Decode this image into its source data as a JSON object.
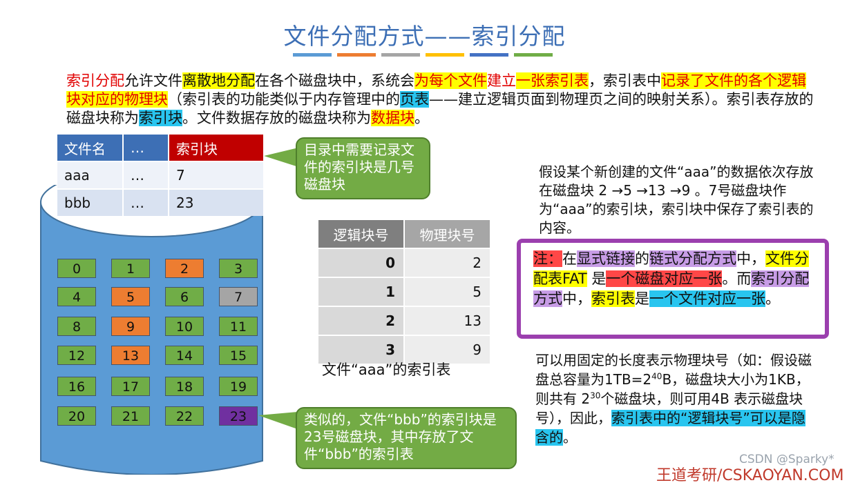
{
  "title": "文件分配方式——索引分配",
  "title_bar_colors": [
    "#5b9bd5",
    "#ed7d31",
    "#a5a5a5",
    "#ffc000",
    "#4472c4",
    "#70ad47"
  ],
  "intro": {
    "s1": "索引分配",
    "s2": "允许文件",
    "s3": "离散地分配",
    "s4": "在各个磁盘块中，系统会",
    "s5": "为每个文件",
    "s6": "建立",
    "s7": "一张索引表",
    "s8": "，索引表中",
    "s9": "记录了文件的各个逻辑块对应的物理块",
    "s10": "（索引表的功能类似于内存管理中的",
    "s11": "页表",
    "s12": "——建立逻辑页面到物理页之间的映射关系）。索引表存放的磁盘块称为",
    "s13": "索引块",
    "s14": "。文件数据存放的磁盘块称为",
    "s15": "数据块",
    "s16": "。"
  },
  "directory_table": {
    "headers": [
      "文件名",
      "…",
      "索引块"
    ],
    "rows": [
      [
        "aaa",
        "…",
        "7"
      ],
      [
        "bbb",
        "…",
        "23"
      ]
    ]
  },
  "disk_blocks": [
    {
      "label": "0",
      "color": "#70ad47"
    },
    {
      "label": "1",
      "color": "#70ad47"
    },
    {
      "label": "2",
      "color": "#ed7d31"
    },
    {
      "label": "3",
      "color": "#70ad47"
    },
    {
      "label": "4",
      "color": "#70ad47"
    },
    {
      "label": "5",
      "color": "#ed7d31"
    },
    {
      "label": "6",
      "color": "#70ad47"
    },
    {
      "label": "7",
      "color": "#a5a5a5"
    },
    {
      "label": "8",
      "color": "#70ad47"
    },
    {
      "label": "9",
      "color": "#ed7d31"
    },
    {
      "label": "10",
      "color": "#70ad47"
    },
    {
      "label": "11",
      "color": "#70ad47"
    },
    {
      "label": "12",
      "color": "#70ad47"
    },
    {
      "label": "13",
      "color": "#ed7d31"
    },
    {
      "label": "14",
      "color": "#70ad47"
    },
    {
      "label": "15",
      "color": "#70ad47"
    },
    {
      "label": "16",
      "color": "#70ad47"
    },
    {
      "label": "17",
      "color": "#70ad47"
    },
    {
      "label": "18",
      "color": "#70ad47"
    },
    {
      "label": "19",
      "color": "#70ad47"
    },
    {
      "label": "20",
      "color": "#70ad47"
    },
    {
      "label": "21",
      "color": "#70ad47"
    },
    {
      "label": "22",
      "color": "#70ad47"
    },
    {
      "label": "23",
      "color": "#7030a0"
    }
  ],
  "callout_dir": "目录中需要记录文件的索引块是几号磁盘块",
  "callout_bbb": "类似的，文件“bbb”的索引块是23号磁盘块，其中存放了文件“bbb”的索引表",
  "index_table": {
    "headers": [
      "逻辑块号",
      "物理块号"
    ],
    "rows": [
      [
        "0",
        "2"
      ],
      [
        "1",
        "5"
      ],
      [
        "2",
        "13"
      ],
      [
        "3",
        "9"
      ]
    ],
    "caption": "文件“aaa”的索引表"
  },
  "assumption": "假设某个新创建的文件“aaa”的数据依次存放在磁盘块 2 →5 →13 →9 。7号磁盘块作为“aaa”的索引块，索引块中保存了索引表的内容。",
  "note": {
    "n1": "注：",
    "n2": "在",
    "n3": "显式链接",
    "n4": "的",
    "n5": "链式分配方式",
    "n6": "中，",
    "n7": "文件分配表FAT",
    "n8": " 是",
    "n9": "一个磁盘对应一张",
    "n10": "。而",
    "n11": "索引分配方式",
    "n12": "中，",
    "n13": "索引表",
    "n14": "是",
    "n15": "一个文件对应一张",
    "n16": "。"
  },
  "fixed_length": {
    "f1": "可以用固定的长度表示物理块号（如：假设磁盘总容量为1TB=2",
    "f1_sup": "40",
    "f2": "B，磁盘块大小为1KB，则共有 2",
    "f2_sup": "30",
    "f3": "个磁盘块，则可用4B 表示磁盘块号），因此，",
    "f4": "索引表中的“逻辑块号”可以是隐含的",
    "f5": "。"
  },
  "watermark": "CSDN @Sparky*",
  "brand": "王道考研/CSKAOYAN.COM"
}
